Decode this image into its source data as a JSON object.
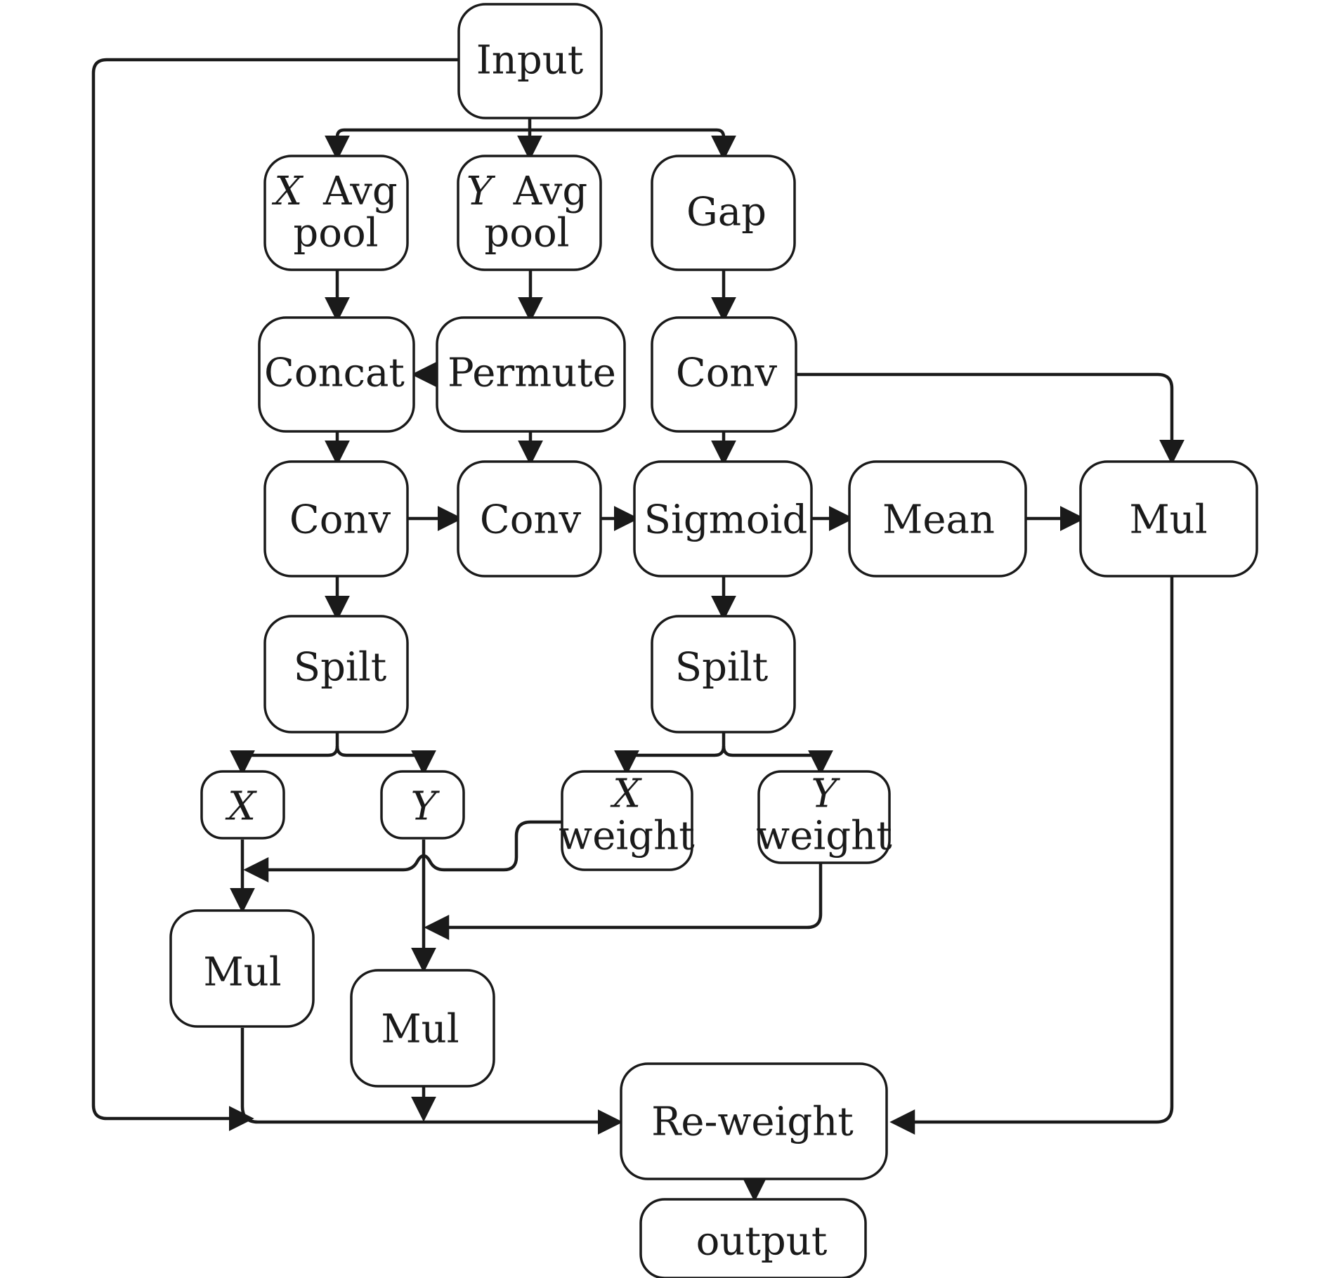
{
  "diagram": {
    "nodes": {
      "input": {
        "label": "Input"
      },
      "x_avg_pool": {
        "var": "X",
        "label_line1": "Avg",
        "label_line2": "pool"
      },
      "y_avg_pool": {
        "var": "Y",
        "label_line1": "Avg",
        "label_line2": "pool"
      },
      "gap": {
        "label": "Gap"
      },
      "concat": {
        "label": "Concat"
      },
      "permute": {
        "label": "Permute"
      },
      "conv_gap": {
        "label": "Conv"
      },
      "conv_left": {
        "label": "Conv"
      },
      "conv_mid": {
        "label": "Conv"
      },
      "sigmoid": {
        "label": "Sigmoid"
      },
      "mean": {
        "label": "Mean"
      },
      "mul_right": {
        "label": "Mul"
      },
      "split_left": {
        "label": "Spilt"
      },
      "split_right": {
        "label": "Spilt"
      },
      "x": {
        "var": "X"
      },
      "y": {
        "var": "Y"
      },
      "x_weight": {
        "var": "X",
        "label": "weight"
      },
      "y_weight": {
        "var": "Y",
        "label": "weight"
      },
      "mul_x": {
        "label": "Mul"
      },
      "mul_y": {
        "label": "Mul"
      },
      "reweight": {
        "label": "Re-weight"
      },
      "output": {
        "label": "output"
      }
    },
    "colors": {
      "stroke": "#1a1a1a",
      "fill": "#ffffff"
    }
  }
}
